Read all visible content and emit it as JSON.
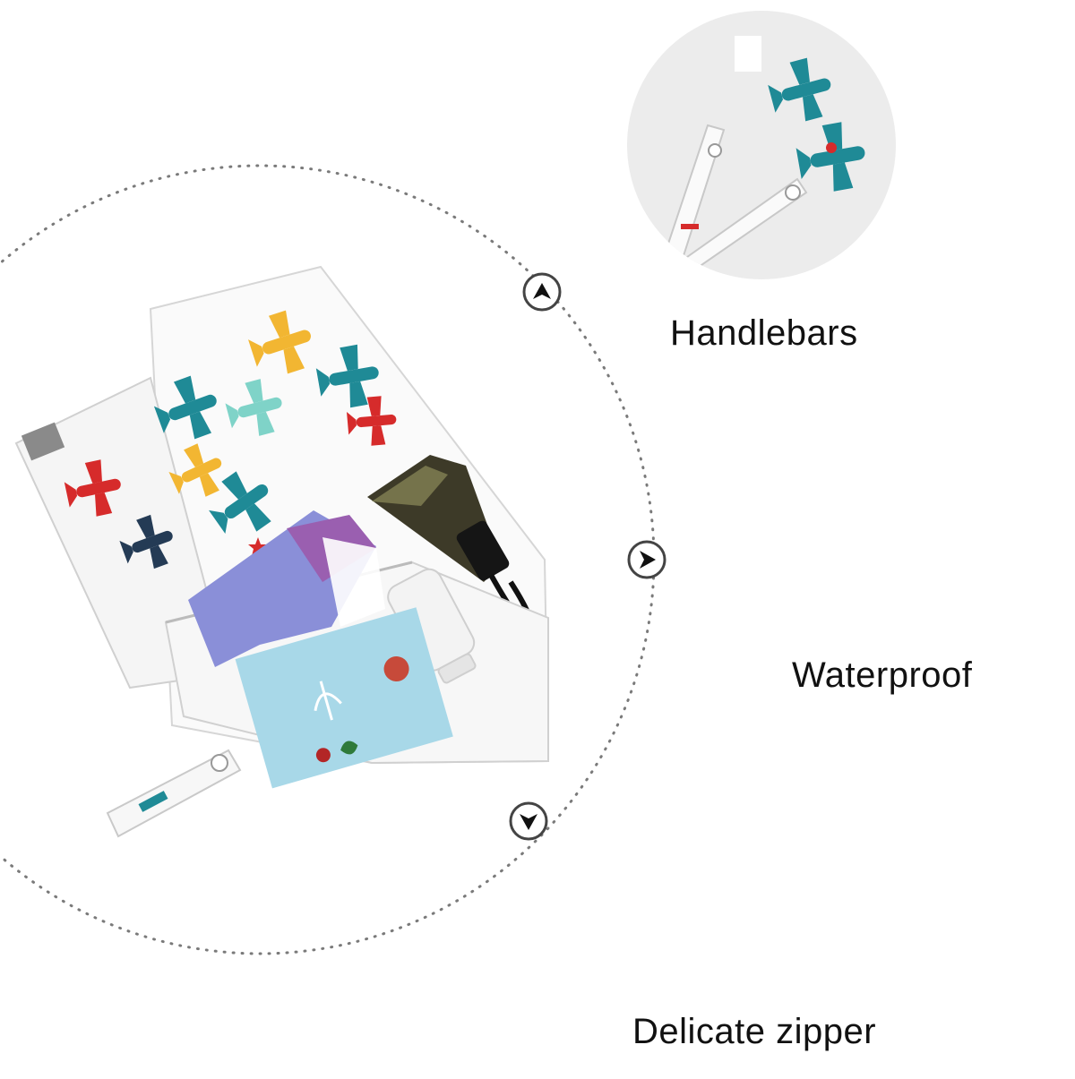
{
  "features": [
    {
      "label": "Handlebars",
      "detail": "handle-closeup"
    },
    {
      "label": "Waterproof",
      "detail": "fabric-closeup"
    },
    {
      "label": "Delicate zipper",
      "detail": "zipper-closeup"
    }
  ],
  "colors": {
    "background": "#ffffff",
    "circle_bg": "#ececec",
    "dotted_ring": "#7a7a7a",
    "teal": "#1f8a96",
    "mint": "#7fd3c8",
    "yellow": "#f2b632",
    "red": "#d62b2b",
    "navy": "#243b55",
    "black": "#111111"
  },
  "icons": [
    "arrow-badge-icon",
    "airplane-icon",
    "star-icon",
    "zipper-pull-icon"
  ]
}
